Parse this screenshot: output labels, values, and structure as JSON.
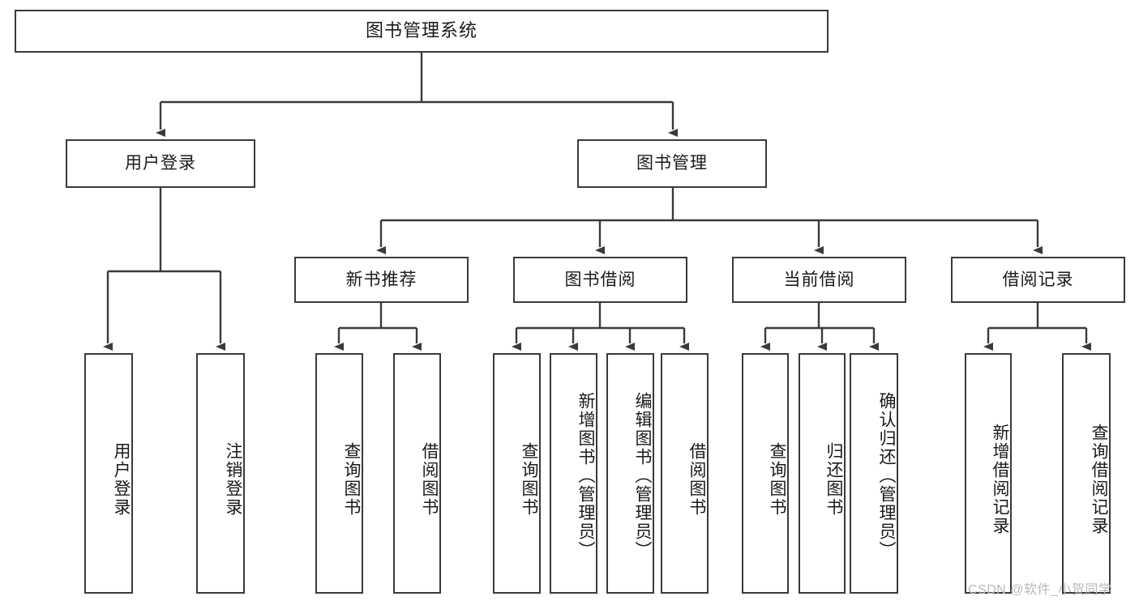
{
  "diagram": {
    "title": "图书管理系统",
    "watermark": "CSDN @软件_小贺同学",
    "stroke_color": "#3a3a3a",
    "text_color": "#1a1a1a",
    "background": "#ffffff",
    "nodes": {
      "root": {
        "label": "图书管理系统"
      },
      "level1": [
        {
          "id": "user-login",
          "label": "用户登录"
        },
        {
          "id": "book-manage",
          "label": "图书管理"
        }
      ],
      "level2": [
        {
          "id": "new-book-recommend",
          "label": "新书推荐"
        },
        {
          "id": "book-borrow",
          "label": "图书借阅"
        },
        {
          "id": "current-borrow",
          "label": "当前借阅"
        },
        {
          "id": "borrow-record",
          "label": "借阅记录"
        }
      ],
      "leaves": [
        {
          "id": "leaf-user-login",
          "label": "用户登录",
          "parent": "user-login"
        },
        {
          "id": "leaf-logout-login",
          "label": "注销登录",
          "parent": "user-login"
        },
        {
          "id": "leaf-query-book-1",
          "label": "查询图书",
          "parent": "new-book-recommend"
        },
        {
          "id": "leaf-borrow-book-1",
          "label": "借阅图书",
          "parent": "new-book-recommend"
        },
        {
          "id": "leaf-query-book-2",
          "label": "查询图书",
          "parent": "book-borrow"
        },
        {
          "id": "leaf-add-book",
          "label": "新增图书（管理员）",
          "parent": "book-borrow"
        },
        {
          "id": "leaf-edit-book",
          "label": "编辑图书（管理员）",
          "parent": "book-borrow"
        },
        {
          "id": "leaf-borrow-book-2",
          "label": "借阅图书",
          "parent": "book-borrow"
        },
        {
          "id": "leaf-query-book-3",
          "label": "查询图书",
          "parent": "current-borrow"
        },
        {
          "id": "leaf-return-book",
          "label": "归还图书",
          "parent": "current-borrow"
        },
        {
          "id": "leaf-confirm-return",
          "label": "确认归还（管理员）",
          "parent": "current-borrow"
        },
        {
          "id": "leaf-add-record",
          "label": "新增借阅记录",
          "parent": "borrow-record"
        },
        {
          "id": "leaf-query-record",
          "label": "查询借阅记录",
          "parent": "borrow-record"
        }
      ]
    }
  }
}
